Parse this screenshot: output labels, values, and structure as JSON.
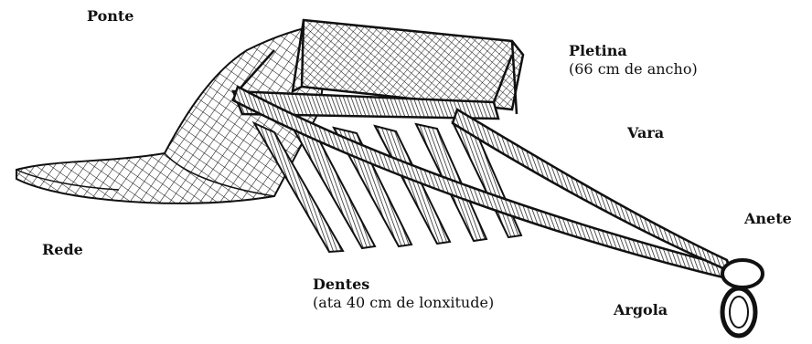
{
  "labels": {
    "ponte": "Ponte",
    "pletina": "Pletina",
    "pletina_note": "(66 cm de ancho)",
    "vara": "Vara",
    "anete": "Anete",
    "rede": "Rede",
    "dentes": "Dentes",
    "dentes_note": "(ata 40 cm de lonxitude)",
    "argola": "Argola"
  },
  "colors": {
    "ink": "#111111",
    "background": "#ffffff"
  }
}
